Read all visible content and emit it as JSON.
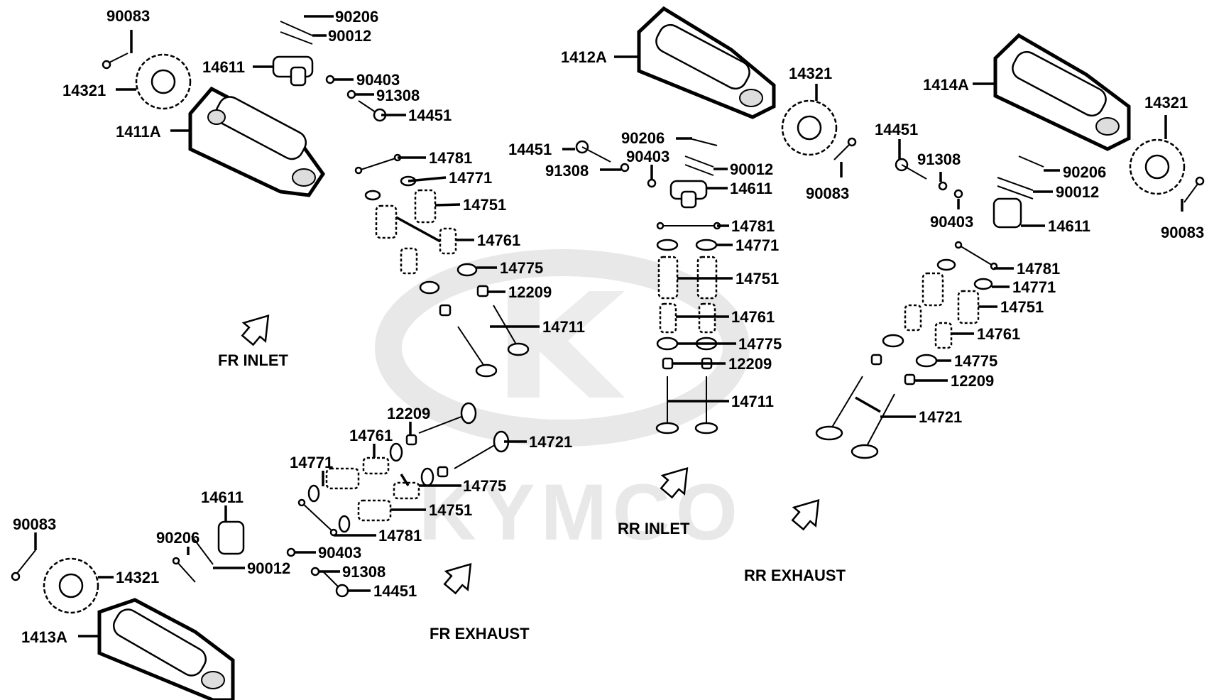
{
  "watermark": "KYMCO",
  "sections": {
    "fr_inlet": "FR  INLET",
    "fr_exhaust": "FR EXHAUST",
    "rr_inlet": "RR  INLET",
    "rr_exhaust": "RR EXHAUST"
  },
  "fr_inlet": {
    "90083": "90083",
    "90206": "90206",
    "90012": "90012",
    "14611": "14611",
    "90403": "90403",
    "91308": "91308",
    "14321": "14321",
    "14451": "14451",
    "1411A": "1411A",
    "14781": "14781",
    "14771": "14771",
    "14751": "14751",
    "14761": "14761",
    "14775": "14775",
    "12209": "12209",
    "14711": "14711"
  },
  "rr_inlet": {
    "1412A": "1412A",
    "14321": "14321",
    "14451": "14451",
    "90206": "90206",
    "90403": "90403",
    "91308": "91308",
    "90012": "90012",
    "14611": "14611",
    "90083": "90083",
    "14781": "14781",
    "14771": "14771",
    "14751": "14751",
    "14761": "14761",
    "14775": "14775",
    "12209": "12209",
    "14711": "14711"
  },
  "rr_exhaust": {
    "1414A": "1414A",
    "14321": "14321",
    "14451": "14451",
    "91308": "91308",
    "90206": "90206",
    "90012": "90012",
    "90403": "90403",
    "14611": "14611",
    "90083": "90083",
    "14781": "14781",
    "14771": "14771",
    "14751": "14751",
    "14761": "14761",
    "14775": "14775",
    "12209": "12209",
    "14721": "14721"
  },
  "fr_exhaust": {
    "12209": "12209",
    "14721": "14721",
    "14761": "14761",
    "14771": "14771",
    "14775": "14775",
    "14751": "14751",
    "14611": "14611",
    "14781": "14781",
    "90083": "90083",
    "90206": "90206",
    "90403": "90403",
    "90012": "90012",
    "91308": "91308",
    "14321": "14321",
    "14451": "14451",
    "1413A": "1413A"
  }
}
